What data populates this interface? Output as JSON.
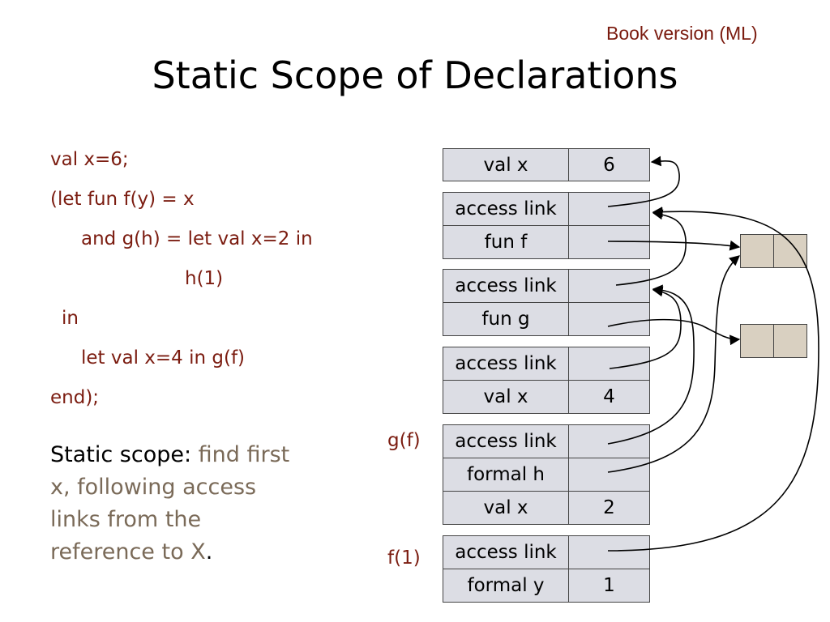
{
  "header": {
    "book_version": "Book version (ML)"
  },
  "title": "Static Scope of Declarations",
  "code": {
    "lines": [
      "val x=6;",
      "(let fun f(y) = x",
      "and g(h) = let val x=2 in",
      "h(1)",
      "in",
      "let val x=4 in g(f)",
      "end);"
    ]
  },
  "note": {
    "strong": "Static scope:",
    "text": " find first x, following access links from the reference to X",
    "period": "."
  },
  "frames": {
    "labels": {
      "g": "g(f)",
      "f": "f(1)"
    },
    "rows": [
      {
        "name": "val x",
        "value": "6"
      },
      {
        "name": "access link",
        "value": ""
      },
      {
        "name": "fun f",
        "value": ""
      },
      {
        "name": "access link",
        "value": ""
      },
      {
        "name": "fun g",
        "value": ""
      },
      {
        "name": "access link",
        "value": ""
      },
      {
        "name": "val x",
        "value": "4"
      },
      {
        "name": "access link",
        "value": ""
      },
      {
        "name": "formal h",
        "value": ""
      },
      {
        "name": "val x",
        "value": "2"
      },
      {
        "name": "access link",
        "value": ""
      },
      {
        "name": "formal y",
        "value": "1"
      }
    ]
  },
  "colors": {
    "code": "#7b1c10",
    "cell": "#dcdde4",
    "closure": "#d9d0c1",
    "note": "#7a6a58"
  }
}
